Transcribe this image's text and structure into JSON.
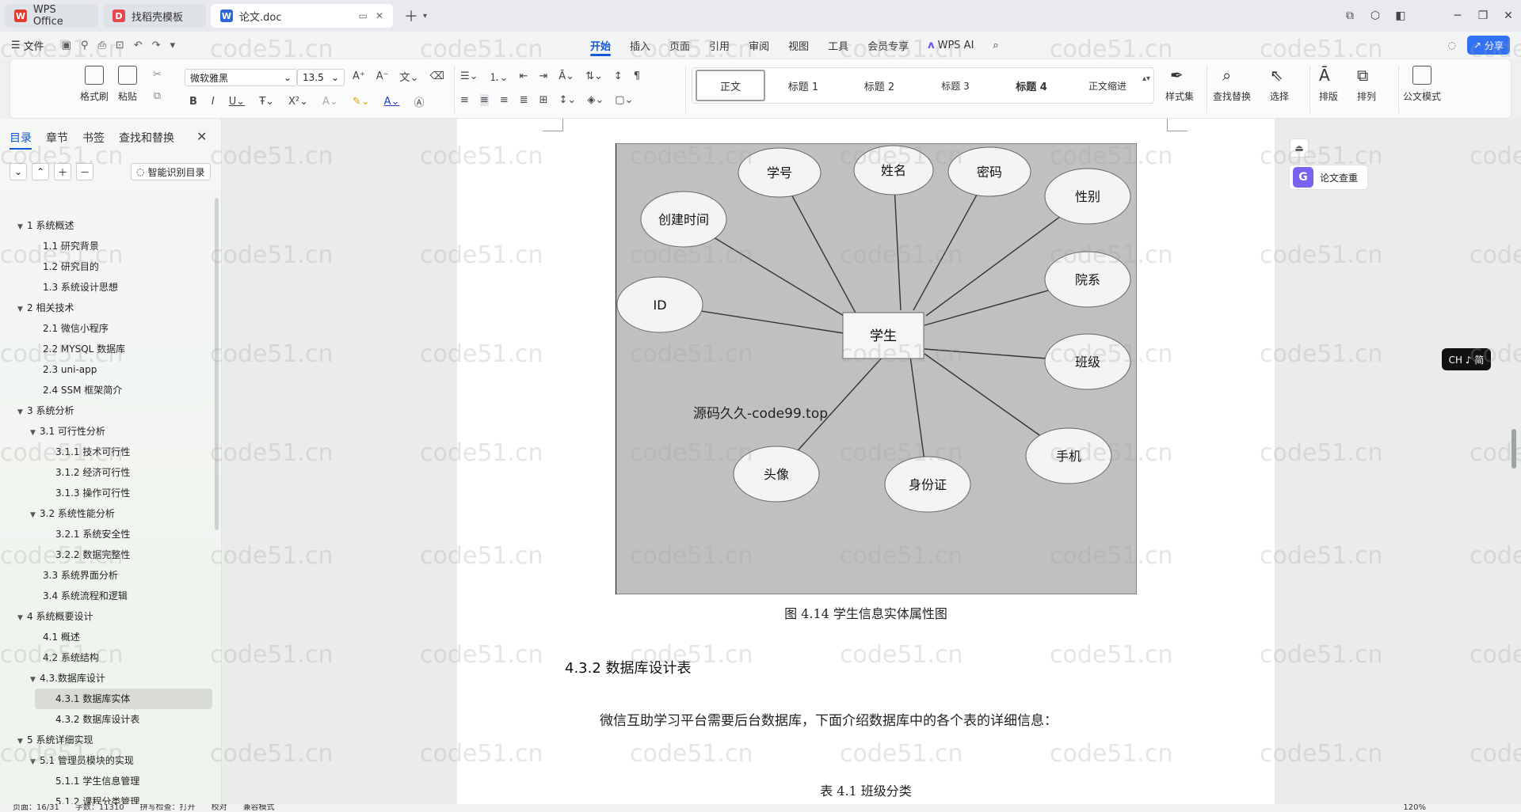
{
  "tabs": [
    {
      "label": "WPS Office",
      "icon": "wps-logo-icon"
    },
    {
      "label": "找稻壳模板",
      "icon": "docer-icon"
    },
    {
      "label": "论文.doc",
      "icon": "word-doc-icon",
      "active": true
    }
  ],
  "menubar": {
    "file_label": "文件",
    "menus": [
      "开始",
      "插入",
      "页面",
      "引用",
      "审阅",
      "视图",
      "工具",
      "会员专享"
    ],
    "active_menu": "开始",
    "ai_label": "WPS AI",
    "share_label": "分享"
  },
  "ribbon": {
    "format_brush": "格式刷",
    "paste": "粘贴",
    "font_name": "微软雅黑",
    "font_size": "13.5",
    "styles": [
      "正文",
      "标题 1",
      "标题 2",
      "标题 3",
      "标题 4",
      "正文缩进"
    ],
    "style_set": "样式集",
    "find_replace": "查找替换",
    "select": "选择",
    "layout": "排版",
    "arrange": "排列",
    "official_mode": "公文模式"
  },
  "sidebar": {
    "tabs": [
      "目录",
      "章节",
      "书签",
      "查找和替换"
    ],
    "active_tab": "目录",
    "smart_toc": "智能识别目录",
    "toc": [
      {
        "level": 1,
        "label": "1 系统概述",
        "expanded": true
      },
      {
        "level": 2,
        "label": "1.1  研究背景"
      },
      {
        "level": 2,
        "label": "1.2 研究目的"
      },
      {
        "level": 2,
        "label": "1.3 系统设计思想"
      },
      {
        "level": 1,
        "label": "2 相关技术",
        "expanded": true
      },
      {
        "level": 2,
        "label": "2.1 微信小程序"
      },
      {
        "level": 2,
        "label": "2.2 MYSQL 数据库"
      },
      {
        "level": 2,
        "label": "2.3 uni-app"
      },
      {
        "level": 2,
        "label": "2.4 SSM 框架简介"
      },
      {
        "level": 1,
        "label": "3 系统分析",
        "expanded": true
      },
      {
        "level": 2,
        "label": "3.1 可行性分析",
        "expanded": true
      },
      {
        "level": 3,
        "label": "3.1.1 技术可行性"
      },
      {
        "level": 3,
        "label": "3.1.2 经济可行性"
      },
      {
        "level": 3,
        "label": "3.1.3 操作可行性"
      },
      {
        "level": 2,
        "label": "3.2 系统性能分析",
        "expanded": true
      },
      {
        "level": 3,
        "label": "3.2.1  系统安全性"
      },
      {
        "level": 3,
        "label": "3.2.2  数据完整性"
      },
      {
        "level": 2,
        "label": "3.3 系统界面分析"
      },
      {
        "level": 2,
        "label": "3.4 系统流程和逻辑"
      },
      {
        "level": 1,
        "label": "4 系统概要设计",
        "expanded": true
      },
      {
        "level": 2,
        "label": "4.1 概述"
      },
      {
        "level": 2,
        "label": "4.2 系统结构"
      },
      {
        "level": 2,
        "label": "4.3.数据库设计",
        "expanded": true
      },
      {
        "level": 3,
        "label": "4.3.1 数据库实体",
        "active": true
      },
      {
        "level": 3,
        "label": "4.3.2 数据库设计表"
      },
      {
        "level": 1,
        "label": "5 系统详细实现",
        "expanded": true
      },
      {
        "level": 2,
        "label": "5.1  管理员模块的实现",
        "expanded": true
      },
      {
        "level": 3,
        "label": "5.1.1  学生信息管理"
      },
      {
        "level": 3,
        "label": "5.1.2  课程分类管理"
      }
    ]
  },
  "diagram": {
    "center": "学生",
    "attributes": [
      "学号",
      "姓名",
      "密码",
      "性别",
      "创建时间",
      "院系",
      "ID",
      "班级",
      "头像",
      "身份证",
      "手机"
    ],
    "overlay_text": "源码久久-code99.top"
  },
  "document": {
    "figure_caption": "图 4.14  学生信息实体属性图",
    "heading": "4.3.2 数据库设计表",
    "paragraph": "微信互助学习平台需要后台数据库，下面介绍数据库中的各个表的详细信息：",
    "table_caption": "表 4.1  班级分类"
  },
  "right_panel": {
    "paper_check": "论文查重",
    "ime": "CH ♪ 简"
  },
  "status": {
    "page": "页面：16/31",
    "words": "字数：11310",
    "spell": "拼写检查：打开",
    "proof": "校对",
    "compat": "兼容模式",
    "zoom": "120%"
  },
  "watermark": "code51.cn",
  "colors": {
    "accent": "#1558d6",
    "share": "#3171f5",
    "diagram_bg": "#c0c0c0"
  }
}
